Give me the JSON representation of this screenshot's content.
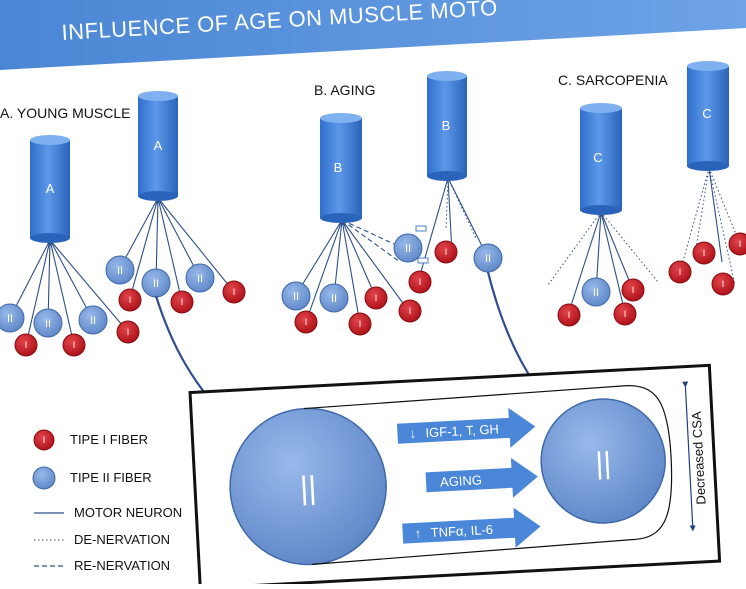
{
  "header": {
    "title": "INFLUENCE OF AGE ON MUSCLE MOTO"
  },
  "panels": {
    "young": {
      "label": "A. YOUNG MUSCLE",
      "neuron": "A"
    },
    "aging": {
      "label": "B. AGING",
      "neuron": "B"
    },
    "sarcopenia": {
      "label": "C. SARCOPENIA",
      "neuron": "C"
    }
  },
  "fibers": {
    "type1_symbol": "I",
    "type2_symbol": "II"
  },
  "legend": {
    "type1": "TIPE I FIBER",
    "type2": "TIPE II FIBER",
    "motor_neuron": "MOTOR NEURON",
    "denervation": "DE-NERVATION",
    "renervation": "RE-NERVATION"
  },
  "comparison": {
    "big_fiber": "||",
    "small_fiber": "||",
    "arrow_top": "IGF-1, T, GH",
    "arrow_mid": "AGING",
    "arrow_bot": "TNFα, IL-6",
    "down_symbol": "↓",
    "up_symbol": "↑",
    "csa_label": "Decreased CSA"
  },
  "colors": {
    "header_blue": "#3b78c9",
    "neuron_blue": "#3c7fd6",
    "type1_red": "#c8191e",
    "type2_blue": "#6f98d6",
    "arrow_blue": "#4a87d9"
  }
}
